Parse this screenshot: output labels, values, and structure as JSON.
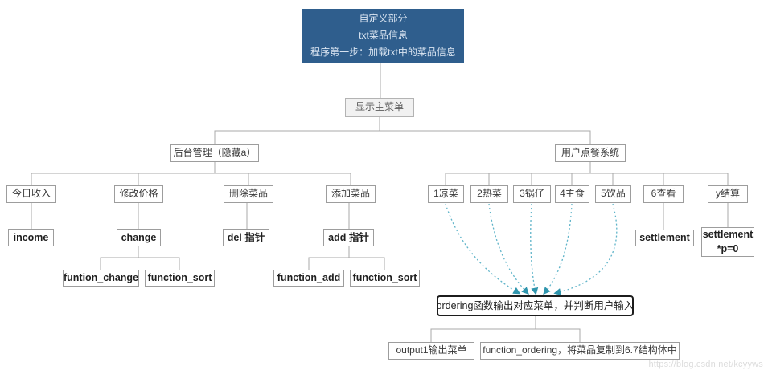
{
  "title_box": {
    "lines": [
      "自定义部分",
      "txt菜品信息",
      "程序第一步：加载txt中的菜品信息"
    ]
  },
  "nodes": {
    "main_menu": "显示主菜单",
    "admin": "后台管理（隐藏a）",
    "user_system": "用户点餐系统",
    "today_income": "今日收入",
    "modify_price": "修改价格",
    "delete_dish": "删除菜品",
    "add_dish": "添加菜品",
    "income": "income",
    "change": "change",
    "del_pointer": "del 指针",
    "add_pointer": "add 指针",
    "funtion_change": "funtion_change",
    "function_sort_left": "function_sort",
    "function_add": "function_add",
    "function_sort_right": "function_sort",
    "cold_dish": "1凉菜",
    "hot_dish": "2热菜",
    "pot": "3锅仔",
    "staple": "4主食",
    "drinks": "5饮品",
    "view": "6查看",
    "settle": "y结算",
    "settlement": "settlement",
    "settlement_p0": {
      "line1": "settlement",
      "line2": "*p=0"
    },
    "ordering": "ordering函数输出对应菜单，并判断用户输入",
    "output1": "output1输出菜单",
    "function_ordering": "function_ordering，将菜品复制到6.7结构体中"
  },
  "watermark": "https://blog.csdn.net/kcyyws",
  "colors": {
    "root_fill": "#2f5e8d",
    "connector": "#a8a8a8",
    "dotted_arrow": "#5fb4c9",
    "arrowhead": "#2f95ad"
  }
}
